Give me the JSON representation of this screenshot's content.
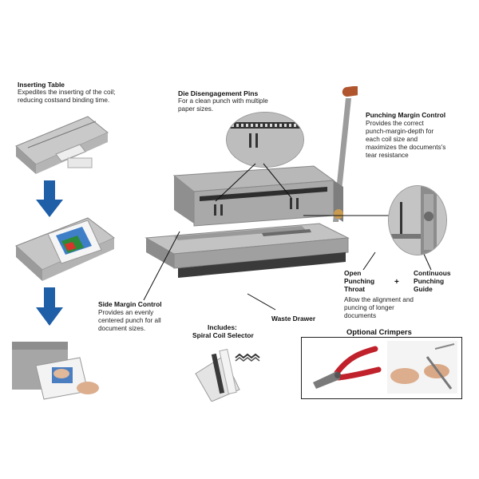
{
  "inserting_table": {
    "title": "Inserting Table",
    "desc_line1": "Expedites the inserting of the coil;",
    "desc_line2": "reducing costsand binding time."
  },
  "die_pins": {
    "title": "Die Disengagement Pins",
    "desc_line1": "For a clean punch with multiple",
    "desc_line2": "paper sizes."
  },
  "punching_margin": {
    "title": "Punching Margin Control",
    "desc_lines": [
      "Provides the correct",
      "punch-margin-depth for",
      "each coil size and",
      "maximizes the documents's",
      "tear resistance"
    ]
  },
  "open_throat": {
    "title_lines": [
      "Open",
      "Punching",
      "Throat"
    ]
  },
  "plus_sign": "+",
  "continuous_guide": {
    "title_lines": [
      "Continuous",
      "Punching",
      "Guide"
    ]
  },
  "throat_desc": {
    "lines": [
      "Allow the alignment and",
      "puncing of longer",
      "documents"
    ]
  },
  "side_margin": {
    "title": "Side Margin Control",
    "desc_lines": [
      "Provides an evenly",
      "centered punch for all",
      "document sizes."
    ]
  },
  "waste_drawer": {
    "title": "Waste Drawer"
  },
  "includes": {
    "title_line1": "Includes:",
    "title_line2": "Spiral Coil Selector"
  },
  "crimpers": {
    "title": "Optional Crimpers"
  },
  "colors": {
    "arrow_blue": "#1f5fa8",
    "machine_grey": "#a9a9a9",
    "handle_wood": "#b0552e",
    "crimper_red": "#c0212b"
  }
}
